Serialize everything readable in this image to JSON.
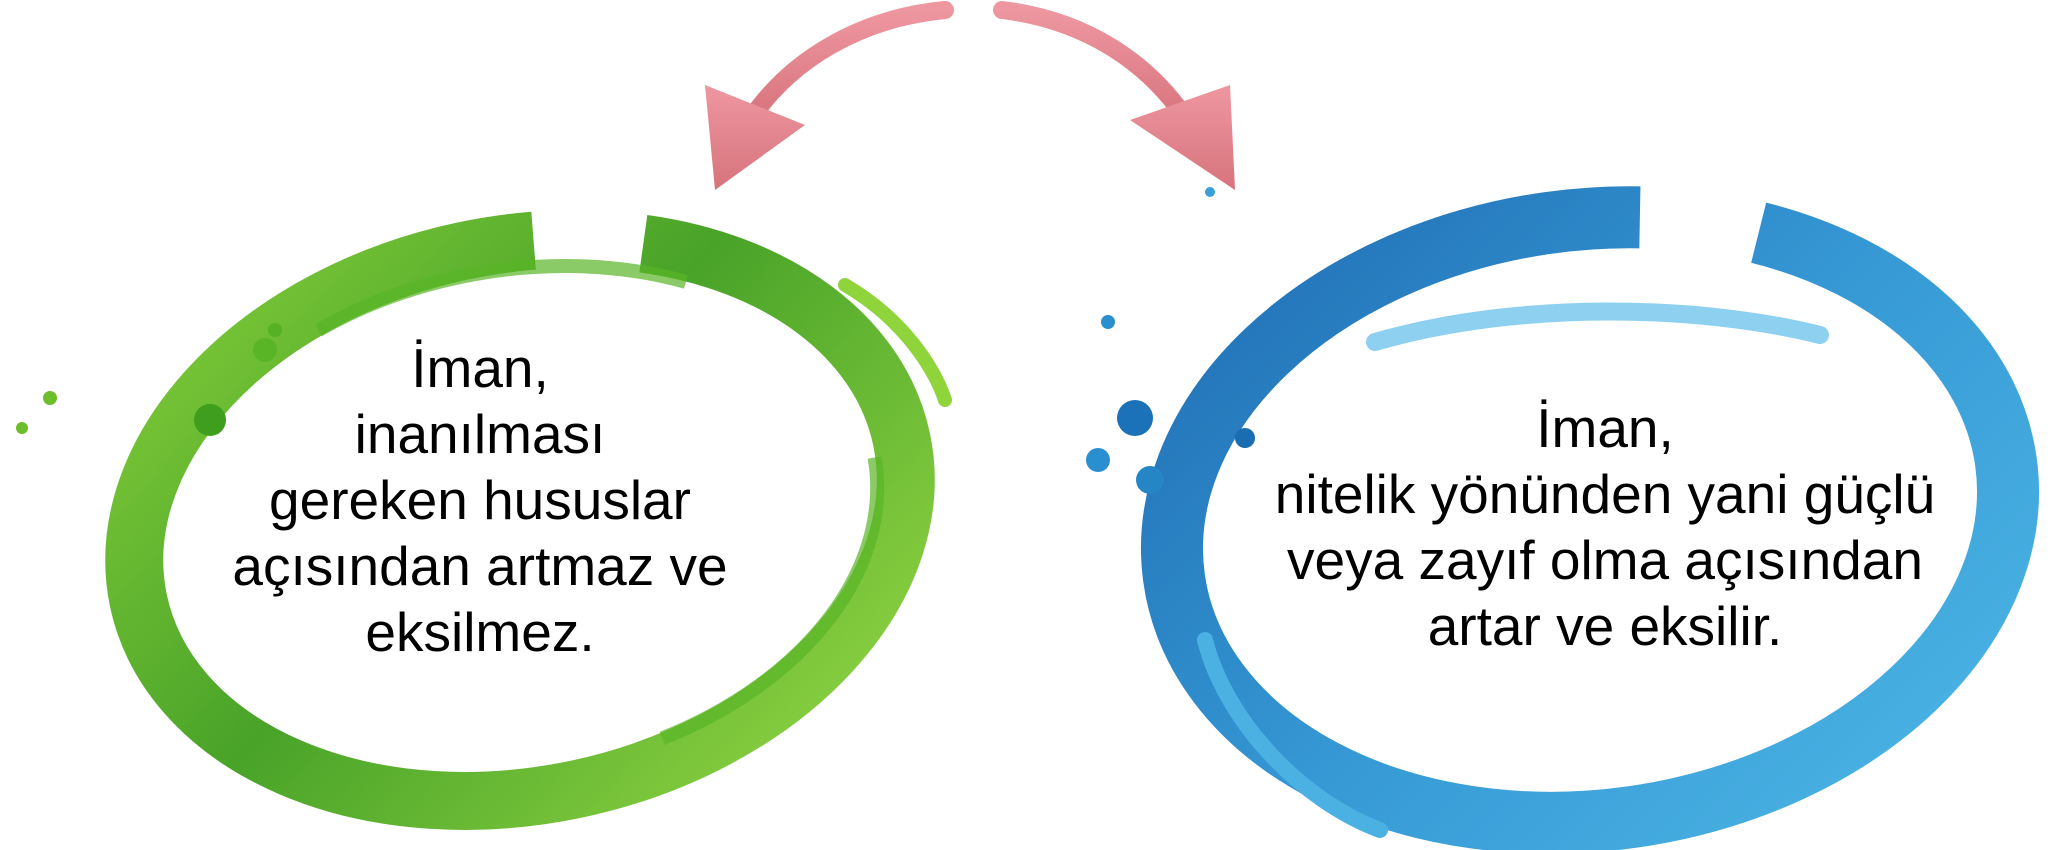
{
  "colors": {
    "left_ring": "#4fae22",
    "right_ring": "#2a8fcf",
    "arrows": "#e2828a",
    "text": "#000000"
  },
  "left_statement": {
    "lines": [
      "İman,",
      "inanılması",
      "gereken hususlar",
      "açısından artmaz ve",
      "eksilmez."
    ]
  },
  "right_statement": {
    "lines": [
      "İman,",
      "nitelik yönünden yani güçlü",
      "veya zayıf olma açısından",
      "artar ve eksilir."
    ]
  }
}
